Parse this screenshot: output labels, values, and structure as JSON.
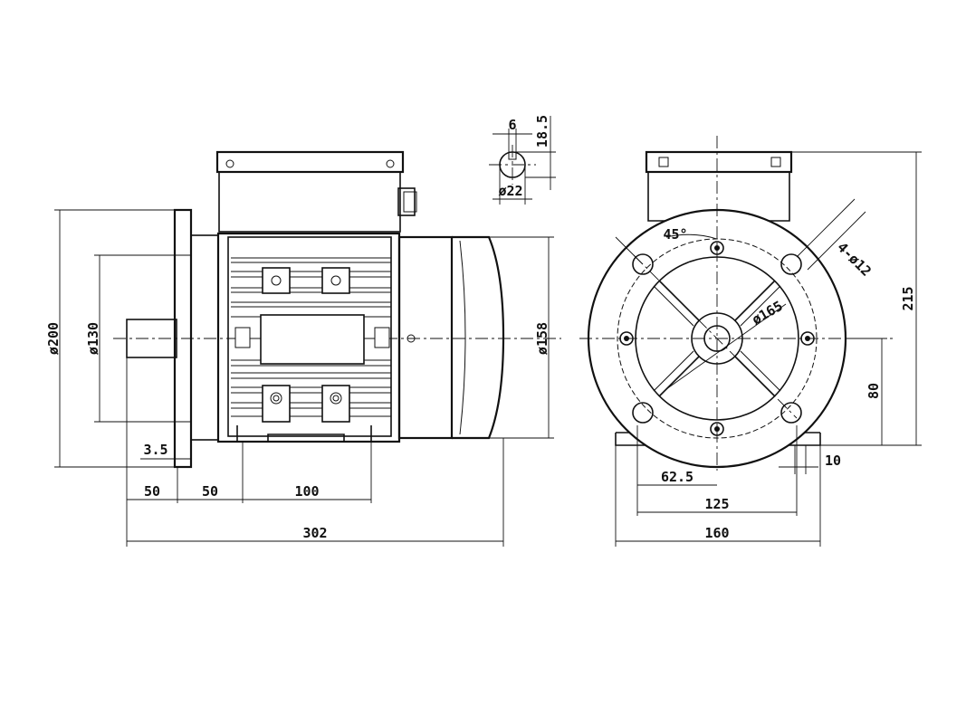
{
  "side_view": {
    "dims": {
      "d200": "ø200",
      "d130": "ø130",
      "d158": "ø158",
      "d3_5": "3.5",
      "d50a": "50",
      "d50b": "50",
      "d100": "100",
      "d302": "302"
    }
  },
  "shaft_detail": {
    "dims": {
      "key_width": "6",
      "key_height": "18.5",
      "shaft_dia": "ø22"
    }
  },
  "front_view": {
    "dims": {
      "angle": "45°",
      "holes": "4-ø12",
      "pcd": "ø165",
      "height": "215",
      "center_height": "80",
      "foot_thk": "10",
      "half_span": "62.5",
      "foot_span": "125",
      "width": "160"
    }
  }
}
